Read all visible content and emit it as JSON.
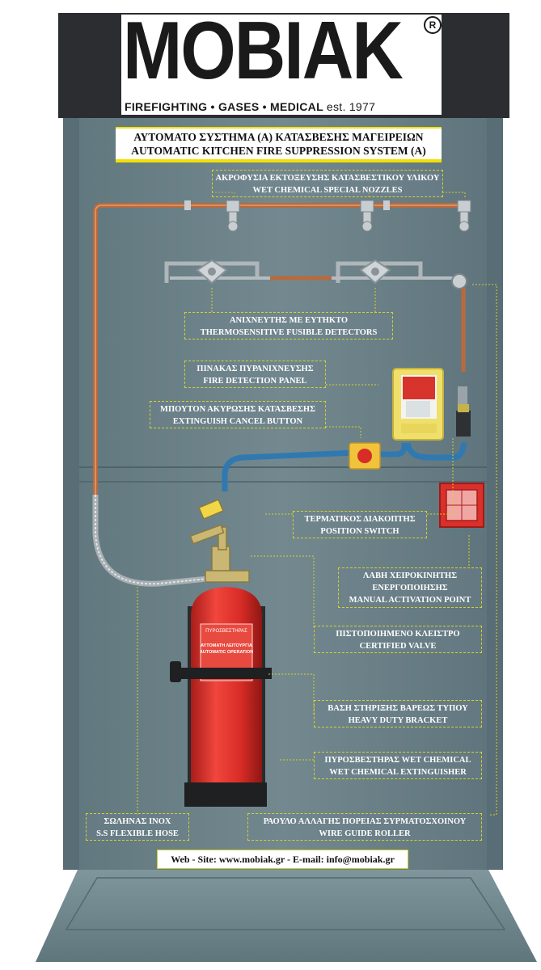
{
  "brand": {
    "logo_text": "MOBIAK",
    "registered_mark": "R",
    "tagline": "FIREFIGHTING • GASES • MEDICAL",
    "est": "est. 1977"
  },
  "title": {
    "greek": "ΑΥΤΟΜΑΤΟ ΣΥΣΤΗΜΑ (Α) ΚΑΤΑΣΒΕΣΗΣ ΜΑΓΕΙΡΕΙΩΝ",
    "english": "AUTOMATIC KITCHEN FIRE SUPPRESSION SYSTEM (A)"
  },
  "labels": {
    "nozzles": {
      "greek": "ΑΚΡΟΦΥΣΙΑ ΕΚΤΟΞΕΥΣΗΣ ΚΑΤΑΣΒΕΣΤΙΚΟΥ ΥΛΙΚΟΥ",
      "english": "WET CHEMICAL SPECIAL NOZZLES"
    },
    "detectors": {
      "greek": "ΑΝΙΧΝΕΥΤΗΣ ΜΕ ΕΥΤΗΚΤΟ",
      "english": "THERMOSENSITIVE FUSIBLE DETECTORS"
    },
    "panel": {
      "greek": "ΠΙΝΑΚΑΣ ΠΥΡΑΝΙΧΝΕΥΣΗΣ",
      "english": "FIRE DETECTION PANEL"
    },
    "cancel": {
      "greek": "ΜΠΟΥΤΟΝ ΑΚΥΡΩΣΗΣ ΚΑΤΑΣΒΕΣΗΣ",
      "english": "EXTINGUISH CANCEL BUTTON"
    },
    "switch": {
      "greek": "ΤΕΡΜΑΤΙΚΟΣ ΔΙΑΚΟΠΤΗΣ",
      "english": "POSITION SWITCH"
    },
    "manual": {
      "greek1": "ΛΑΒΗ ΧΕΙΡΟΚΙΝΗΤΗΣ",
      "greek2": "ΕΝΕΡΓΟΠΟΙΗΣΗΣ",
      "english": "MANUAL ACTIVATION POINT"
    },
    "valve": {
      "greek": "ΠΙΣΤΟΠΟΙΗΜΕΝΟ ΚΛΕΙΣΤΡΟ",
      "english": "CERTIFIED VALVE"
    },
    "bracket": {
      "greek": "ΒΑΣΗ ΣΤΗΡΙΞΗΣ ΒΑΡΕΩΣ ΤΥΠΟΥ",
      "english": "HEAVY DUTY BRACKET"
    },
    "extinguisher": {
      "greek": "ΠΥΡΟΣΒΕΣΤΗΡΑΣ WET CHEMICAL",
      "english": "WET CHEMICAL EXTINGUISHER"
    },
    "hose": {
      "greek": "ΣΩΛΗΝΑΣ INOX",
      "english": "S.S FLEXIBLE HOSE"
    },
    "roller": {
      "greek": "ΡΑΟΥΛΟ ΑΛΛΑΓΗΣ ΠΟΡΕΙΑΣ ΣΥΡΜΑΤΟΣΧΟΙΝΟΥ",
      "english": "WIRE GUIDE ROLLER"
    }
  },
  "extinguisher_text": {
    "line1": "ΠΥΡΟΣΒΕΣΤΗΡΑΣ",
    "line2": "ΑΥΤΟΜΑΤΗ ΛΕΙΤΟΥΡΓΙΑ",
    "line3": "AUTOMATIC OPERATION"
  },
  "footer": {
    "text": "Web - Site: www.mobiak.gr - E-mail: info@mobiak.gr"
  },
  "colors": {
    "panel": "#6f8591",
    "panel_dark": "#5d727e",
    "header": "#2b2d30",
    "copper": "#b86a3e",
    "hose_blue": "#2f79b0",
    "extinguisher_red": "#e0302a",
    "label_border": "#d6d12a",
    "title_underline": "#f3e000"
  }
}
